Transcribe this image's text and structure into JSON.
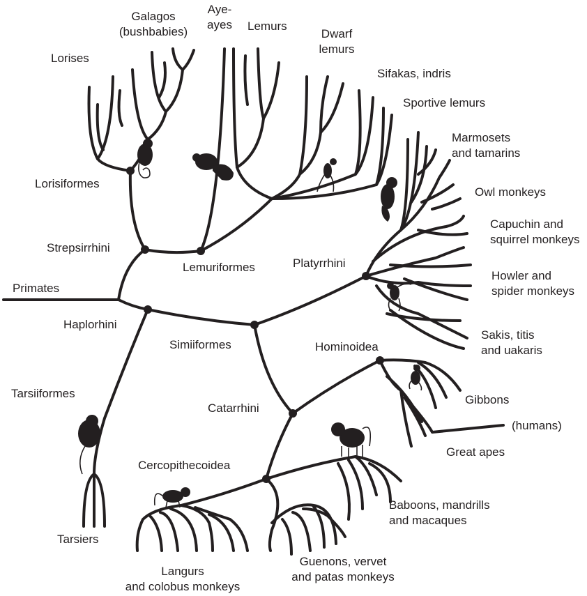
{
  "diagram": {
    "root_label": "Primates",
    "clades": {
      "strepsirrhini": "Strepsirrhini",
      "haplorhini": "Haplorhini",
      "lorisiformes": "Lorisiformes",
      "lemuriformes": "Lemuriformes",
      "tarsiiformes": "Tarsiiformes",
      "simiiformes": "Simiiformes",
      "platyrrhini": "Platyrrhini",
      "catarrhini": "Catarrhini",
      "hominoidea": "Hominoidea",
      "cercopithecoidea": "Cercopithecoidea"
    },
    "groups": {
      "lorises": "Lorises",
      "galagos": [
        "Galagos",
        "(bushbabies)"
      ],
      "aye_ayes": [
        "Aye-",
        "ayes"
      ],
      "lemurs": "Lemurs",
      "dwarf_lemurs": [
        "Dwarf",
        "lemurs"
      ],
      "sifakas": "Sifakas, indris",
      "sportive": "Sportive lemurs",
      "marmosets": [
        "Marmosets",
        "and tamarins"
      ],
      "owl": "Owl monkeys",
      "capuchin": [
        "Capuchin and",
        "squirrel monkeys"
      ],
      "howler": [
        "Howler and",
        "spider monkeys"
      ],
      "sakis": [
        "Sakis, titis",
        "and uakaris"
      ],
      "gibbons": "Gibbons",
      "humans": "(humans)",
      "great_apes": "Great apes",
      "baboons": [
        "Baboons, mandrills",
        "and macaques"
      ],
      "guenons": [
        "Guenons, vervet",
        "and patas monkeys"
      ],
      "langurs": [
        "Langurs",
        "and colobus monkeys"
      ],
      "tarsiers": "Tarsiers"
    }
  }
}
